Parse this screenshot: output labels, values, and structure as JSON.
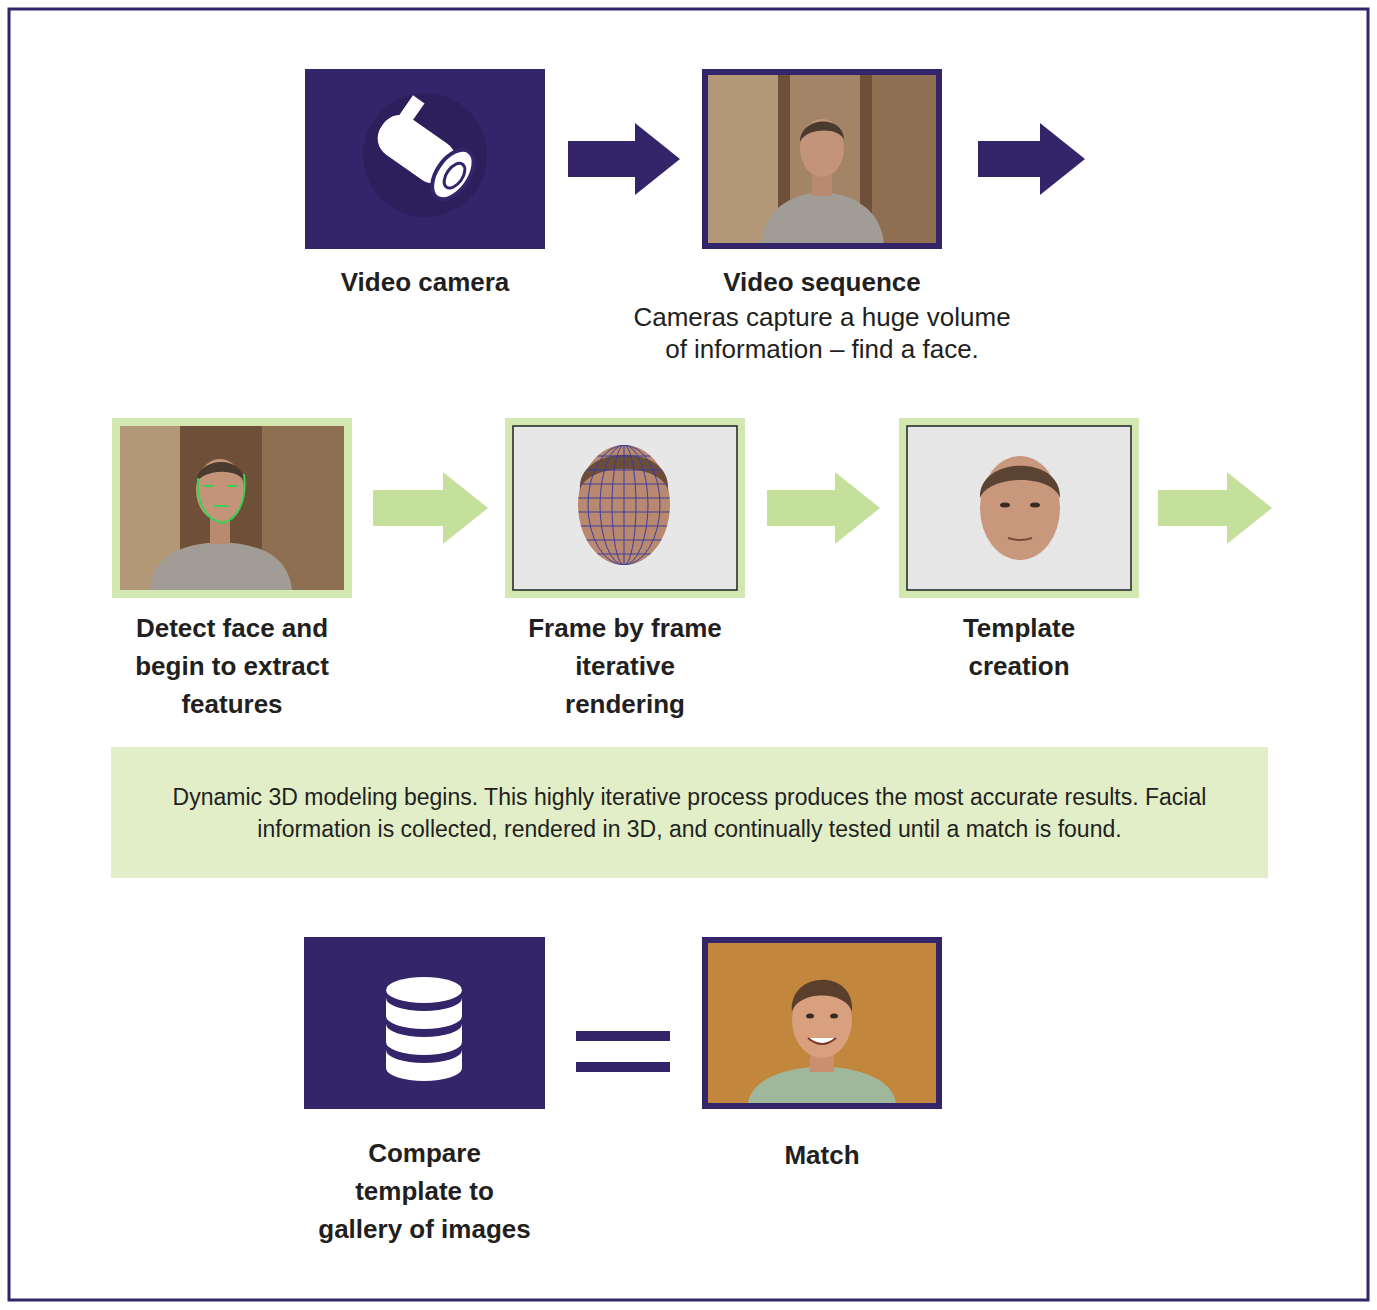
{
  "diagram": {
    "nodes": [
      {
        "text": [
          "Video camera"
        ]
      },
      {
        "text": [
          "Video sequence",
          "Cameras capture a huge volume of information – find a face."
        ]
      },
      {
        "text": [
          "Detect face and begin to extract features"
        ]
      },
      {
        "text": [
          "Frame by frame iterative rendering"
        ]
      },
      {
        "text": [
          "Template creation"
        ]
      },
      {
        "text": [
          "Dynamic 3D modeling begins. This highly iterative process produces the most accurate results. Facial information is collected, rendered in 3D, and continually tested until a match is found."
        ]
      },
      {
        "text": [
          "Compare template to gallery of images"
        ]
      },
      {
        "text": [
          "Match"
        ]
      }
    ],
    "edges": [
      {
        "from": 0,
        "to": 1,
        "arrow": "to"
      },
      {
        "from": 2,
        "to": 3,
        "arrow": "to"
      },
      {
        "from": 3,
        "to": 4,
        "arrow": "to"
      },
      {
        "from": 6,
        "to": 7,
        "arrow": "none"
      }
    ]
  }
}
